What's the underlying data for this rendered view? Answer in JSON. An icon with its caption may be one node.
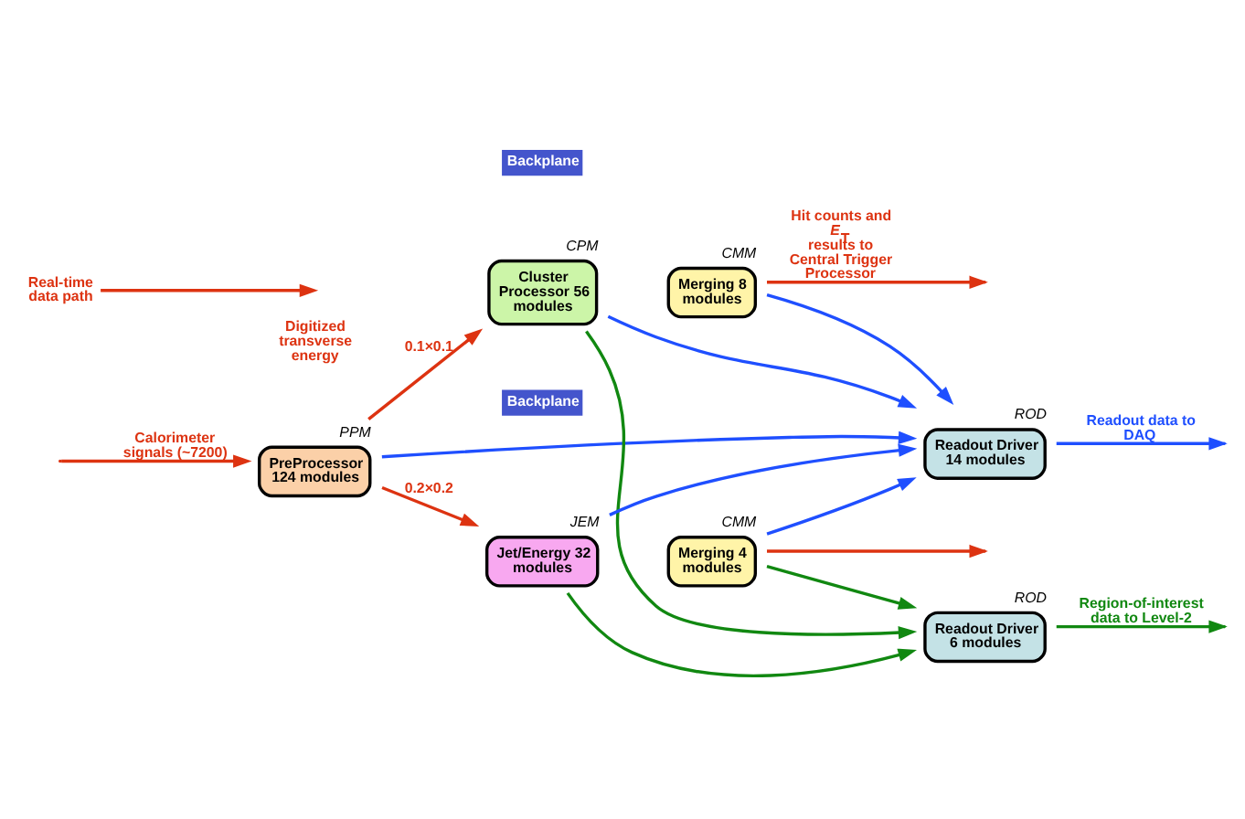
{
  "diagram": {
    "nodes": [
      {
        "text": [
          "PreProcessor 124 modules"
        ],
        "beside": [
          "PPM"
        ]
      },
      {
        "text": [
          "Backplane"
        ]
      },
      {
        "text": [
          "Cluster Processor 56 modules"
        ],
        "beside": [
          "CPM"
        ]
      },
      {
        "text": [
          "Merging 8 modules"
        ],
        "beside": [
          "CMM"
        ]
      },
      {
        "text": [
          "Backplane"
        ]
      },
      {
        "text": [
          "Jet/Energy 32 modules"
        ],
        "beside": [
          "JEM"
        ]
      },
      {
        "text": [
          "Merging 4 modules"
        ],
        "beside": [
          "CMM"
        ]
      },
      {
        "text": [
          "Readout Driver 14 modules"
        ],
        "beside": [
          "ROD"
        ]
      },
      {
        "text": [
          "Readout Driver 6 modules"
        ],
        "beside": [
          "ROD"
        ]
      }
    ],
    "edges": [
      {
        "from": null,
        "to": 0,
        "arrow": "to",
        "label": "Calorimeter signals (~7200)",
        "color": "#dd3311"
      },
      {
        "from": 0,
        "to": 2,
        "arrow": "to",
        "label": "0.1×0.1",
        "color": "#dd3311"
      },
      {
        "from": 0,
        "to": 5,
        "arrow": "to",
        "label": "0.2×0.2",
        "color": "#dd3311"
      },
      {
        "from": 3,
        "to": null,
        "arrow": "to",
        "label": "Hit counts and *E*$_{T}$ results to Central Trigger Processor",
        "color": "#dd3311"
      },
      {
        "from": 6,
        "to": null,
        "arrow": "to",
        "color": "#dd3311"
      },
      {
        "from": 0,
        "to": 7,
        "arrow": "to"
      },
      {
        "from": 2,
        "to": 7,
        "arrow": "to"
      },
      {
        "from": 3,
        "to": 7,
        "arrow": "to"
      },
      {
        "from": 5,
        "to": 7,
        "arrow": "to"
      },
      {
        "from": 6,
        "to": 7,
        "arrow": "to"
      },
      {
        "from": 2,
        "to": 8,
        "arrow": "to",
        "color": "#118811"
      },
      {
        "from": 5,
        "to": 8,
        "arrow": "to",
        "color": "#118811"
      },
      {
        "from": 6,
        "to": 8,
        "arrow": "to",
        "color": "#118811"
      },
      {
        "from": 7,
        "to": null,
        "arrow": "to",
        "label": "Readout data to DAQ"
      },
      {
        "from": 8,
        "to": null,
        "arrow": "to",
        "label": "Region-of-interest data to Level-2",
        "color": "#118811"
      }
    ],
    "labels": [
      "Digitized transverse energy"
    ],
    "legend": [
      {
        "text": "Real-time data path"
      }
    ]
  }
}
